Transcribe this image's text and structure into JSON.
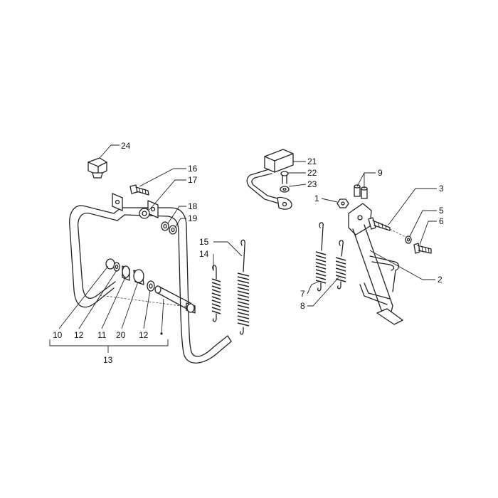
{
  "labels": {
    "l1": "1",
    "l2": "2",
    "l3": "3",
    "l5": "5",
    "l6": "6",
    "l7": "7",
    "l8": "8",
    "l9": "9",
    "l10": "10",
    "l11": "11",
    "l12a": "12",
    "l12b": "12",
    "l13": "13",
    "l14": "14",
    "l15": "15",
    "l16": "16",
    "l17": "17",
    "l18": "18",
    "l19": "19",
    "l20": "20",
    "l21": "21",
    "l22": "22",
    "l23": "23",
    "l24": "24"
  },
  "colors": {
    "line": "#222222",
    "background": "#ffffff"
  }
}
